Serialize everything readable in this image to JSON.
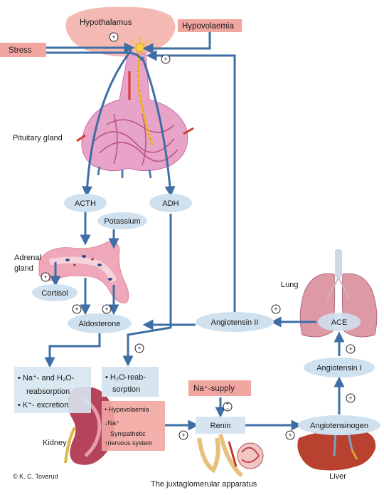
{
  "labels": {
    "hypothalamus": "Hypothalamus",
    "stress": "Stress",
    "hypovolaemia_top": "Hypovolaemia",
    "pituitary": "Pituitary gland",
    "acth": "ACTH",
    "adh": "ADH",
    "potassium": "Potassium",
    "adrenal_1": "Adrenal",
    "adrenal_2": "gland",
    "cortisol": "Cortisol",
    "aldosterone": "Aldosterone",
    "angiotensin2": "Angiotensin II",
    "lung": "Lung",
    "ace": "ACE",
    "angiotensin1": "Angiotensin I",
    "angiotensinogen": "Angiotensinogen",
    "renin": "Renin",
    "na_supply": "Na⁺-supply",
    "na_h2o_1": "• Na⁺- and H₂O-",
    "na_h2o_2": "reabsorption",
    "k_excretion": "• K⁺- excretion",
    "h2o_reab_1": "• H₂O-reab-",
    "h2o_reab_2": "sorption",
    "kidney_hypovolaemia": "• Hypovolaemia",
    "kidney_na": "↓Na⁺",
    "kidney_sns_1": "Sympathetic",
    "kidney_sns_2": "↑nervous system",
    "kidney": "Kidney",
    "liver": "Liver",
    "jga": "The juxtaglomerular apparatus",
    "credit": "© K. C. Toverud"
  },
  "symbols": {
    "plus": "+",
    "minus": "−"
  },
  "colors": {
    "arrow": "#3d6ea5",
    "oval": "#cfe0ee",
    "pink_box": "#f2a6a1",
    "organ_pink": "#e8a3c0",
    "liver": "#c24a3a"
  }
}
